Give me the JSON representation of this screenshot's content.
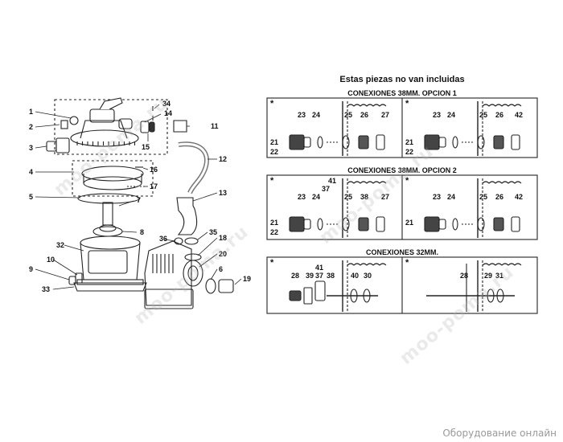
{
  "title": "Estas piezas no van incluidas",
  "sections": [
    {
      "title": "CONEXIONES 38MM. OPCION 1"
    },
    {
      "title": "CONEXIONES 38MM. OPCION 2"
    },
    {
      "title": "CONEXIONES 32MM."
    }
  ],
  "panel_marker": "*",
  "left_labels": {
    "l1": "1",
    "l2": "2",
    "l3": "3",
    "l4": "4",
    "l5": "5",
    "l6": "6",
    "l7": "7",
    "l8": "8",
    "l9": "9",
    "l10": "10",
    "l11": "11",
    "l12": "12",
    "l13": "13",
    "l14": "14",
    "l15": "15",
    "l16": "16",
    "l17": "17",
    "l18": "18",
    "l19": "19",
    "l20": "20",
    "l32": "32",
    "l33": "33",
    "l34": "34",
    "l35": "35",
    "l36": "36"
  },
  "panel_labels": {
    "p1": [
      "21",
      "22",
      "23",
      "24",
      "25",
      "26",
      "27"
    ],
    "p2": [
      "21",
      "22",
      "23",
      "24",
      "25",
      "26",
      "42"
    ],
    "p3": [
      "21",
      "22",
      "41",
      "37",
      "23",
      "24",
      "25",
      "38",
      "27"
    ],
    "p4": [
      "21",
      "23",
      "24",
      "25",
      "26",
      "42"
    ],
    "p5": [
      "41",
      "28",
      "39",
      "37",
      "38",
      "40",
      "30"
    ],
    "p6": [
      "28",
      "29",
      "31"
    ]
  },
  "watermark": "moo-poma.ru",
  "footer": "Оборудование онлайн",
  "colors": {
    "line": "#222222",
    "fill_dark": "#333333",
    "bg": "#ffffff"
  }
}
